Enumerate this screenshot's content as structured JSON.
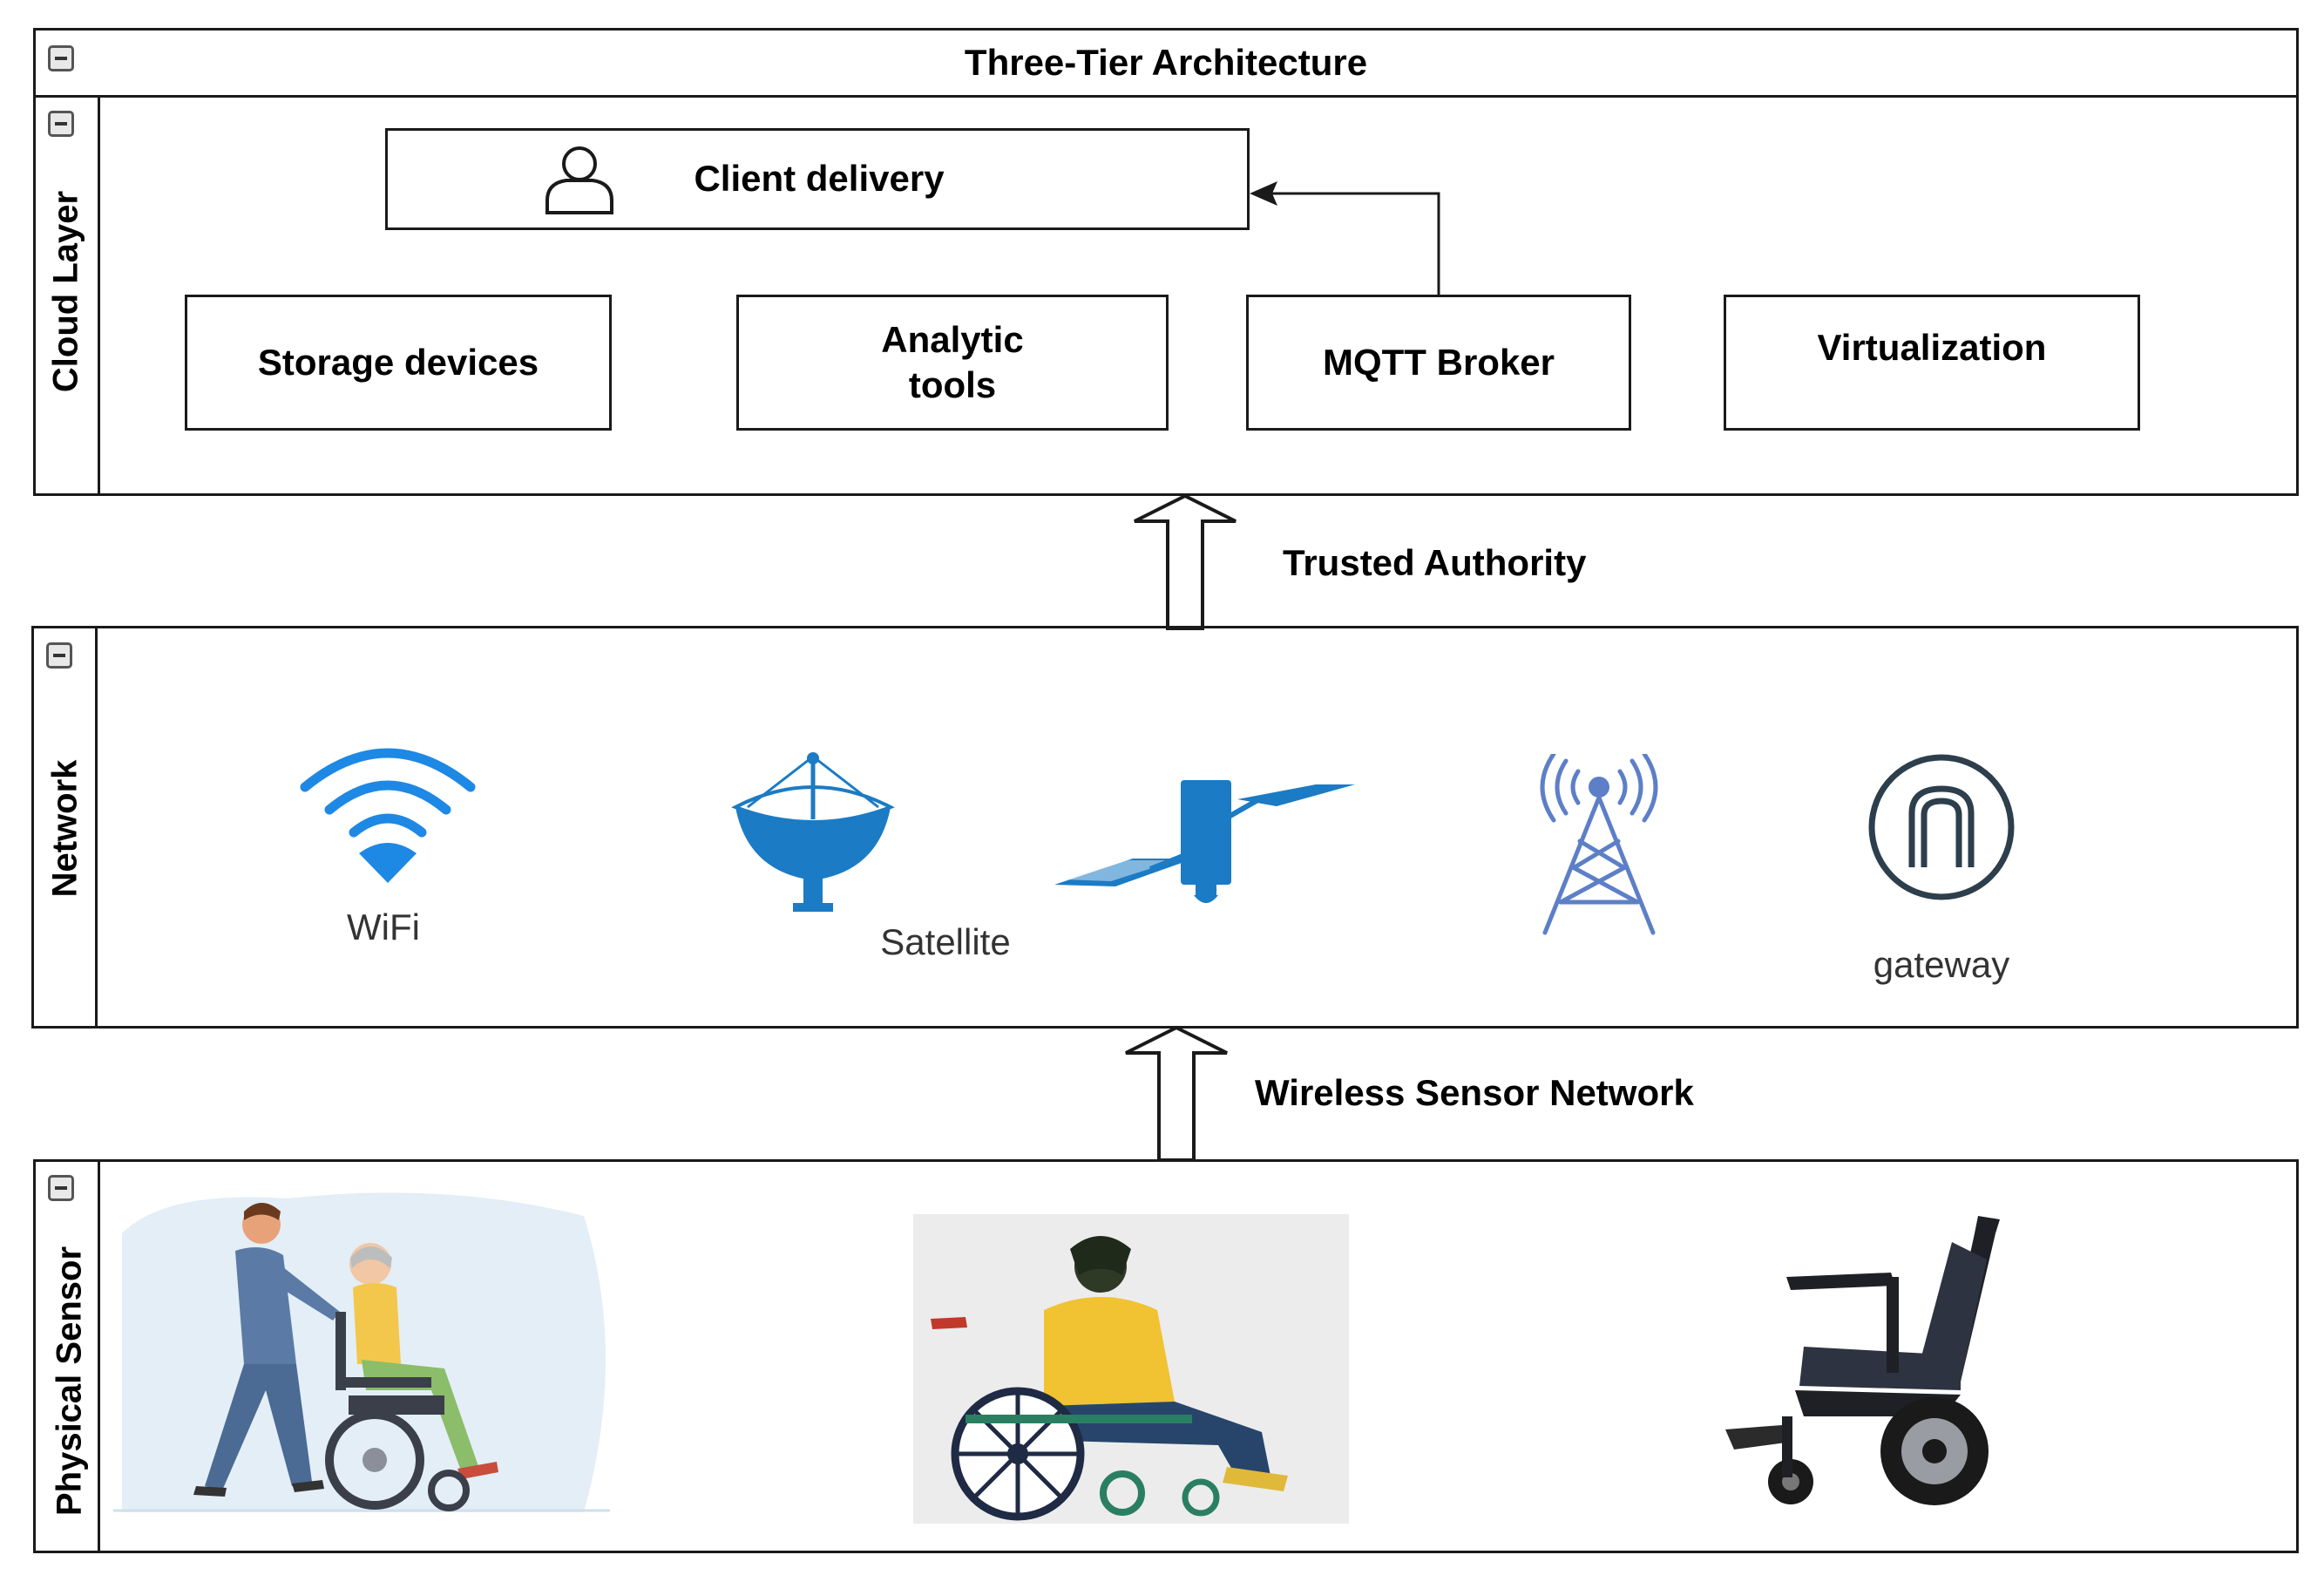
{
  "diagram": {
    "title": "Three-Tier Architecture",
    "layers": {
      "cloud": {
        "label": "Cloud Layer",
        "client_delivery": "Client delivery",
        "storage": "Storage devices",
        "analytic": "Analytic tools",
        "mqtt": "MQTT Broker",
        "virtualization": "Virtualization"
      },
      "network": {
        "label": "Network",
        "wifi": "WiFi",
        "satellite": "Satellite",
        "gateway": "gateway"
      },
      "physical": {
        "label": "Physical Sensor"
      }
    },
    "arrows": {
      "upper": "Trusted Authority",
      "lower": "Wireless Sensor Network"
    }
  },
  "colors": {
    "line": "#1a1a1a",
    "wifi_blue": "#1e88e5",
    "satellite_blue": "#1b7bc4",
    "tower_blue": "#5d7fc7",
    "gateway_dark": "#2d3e4c"
  }
}
